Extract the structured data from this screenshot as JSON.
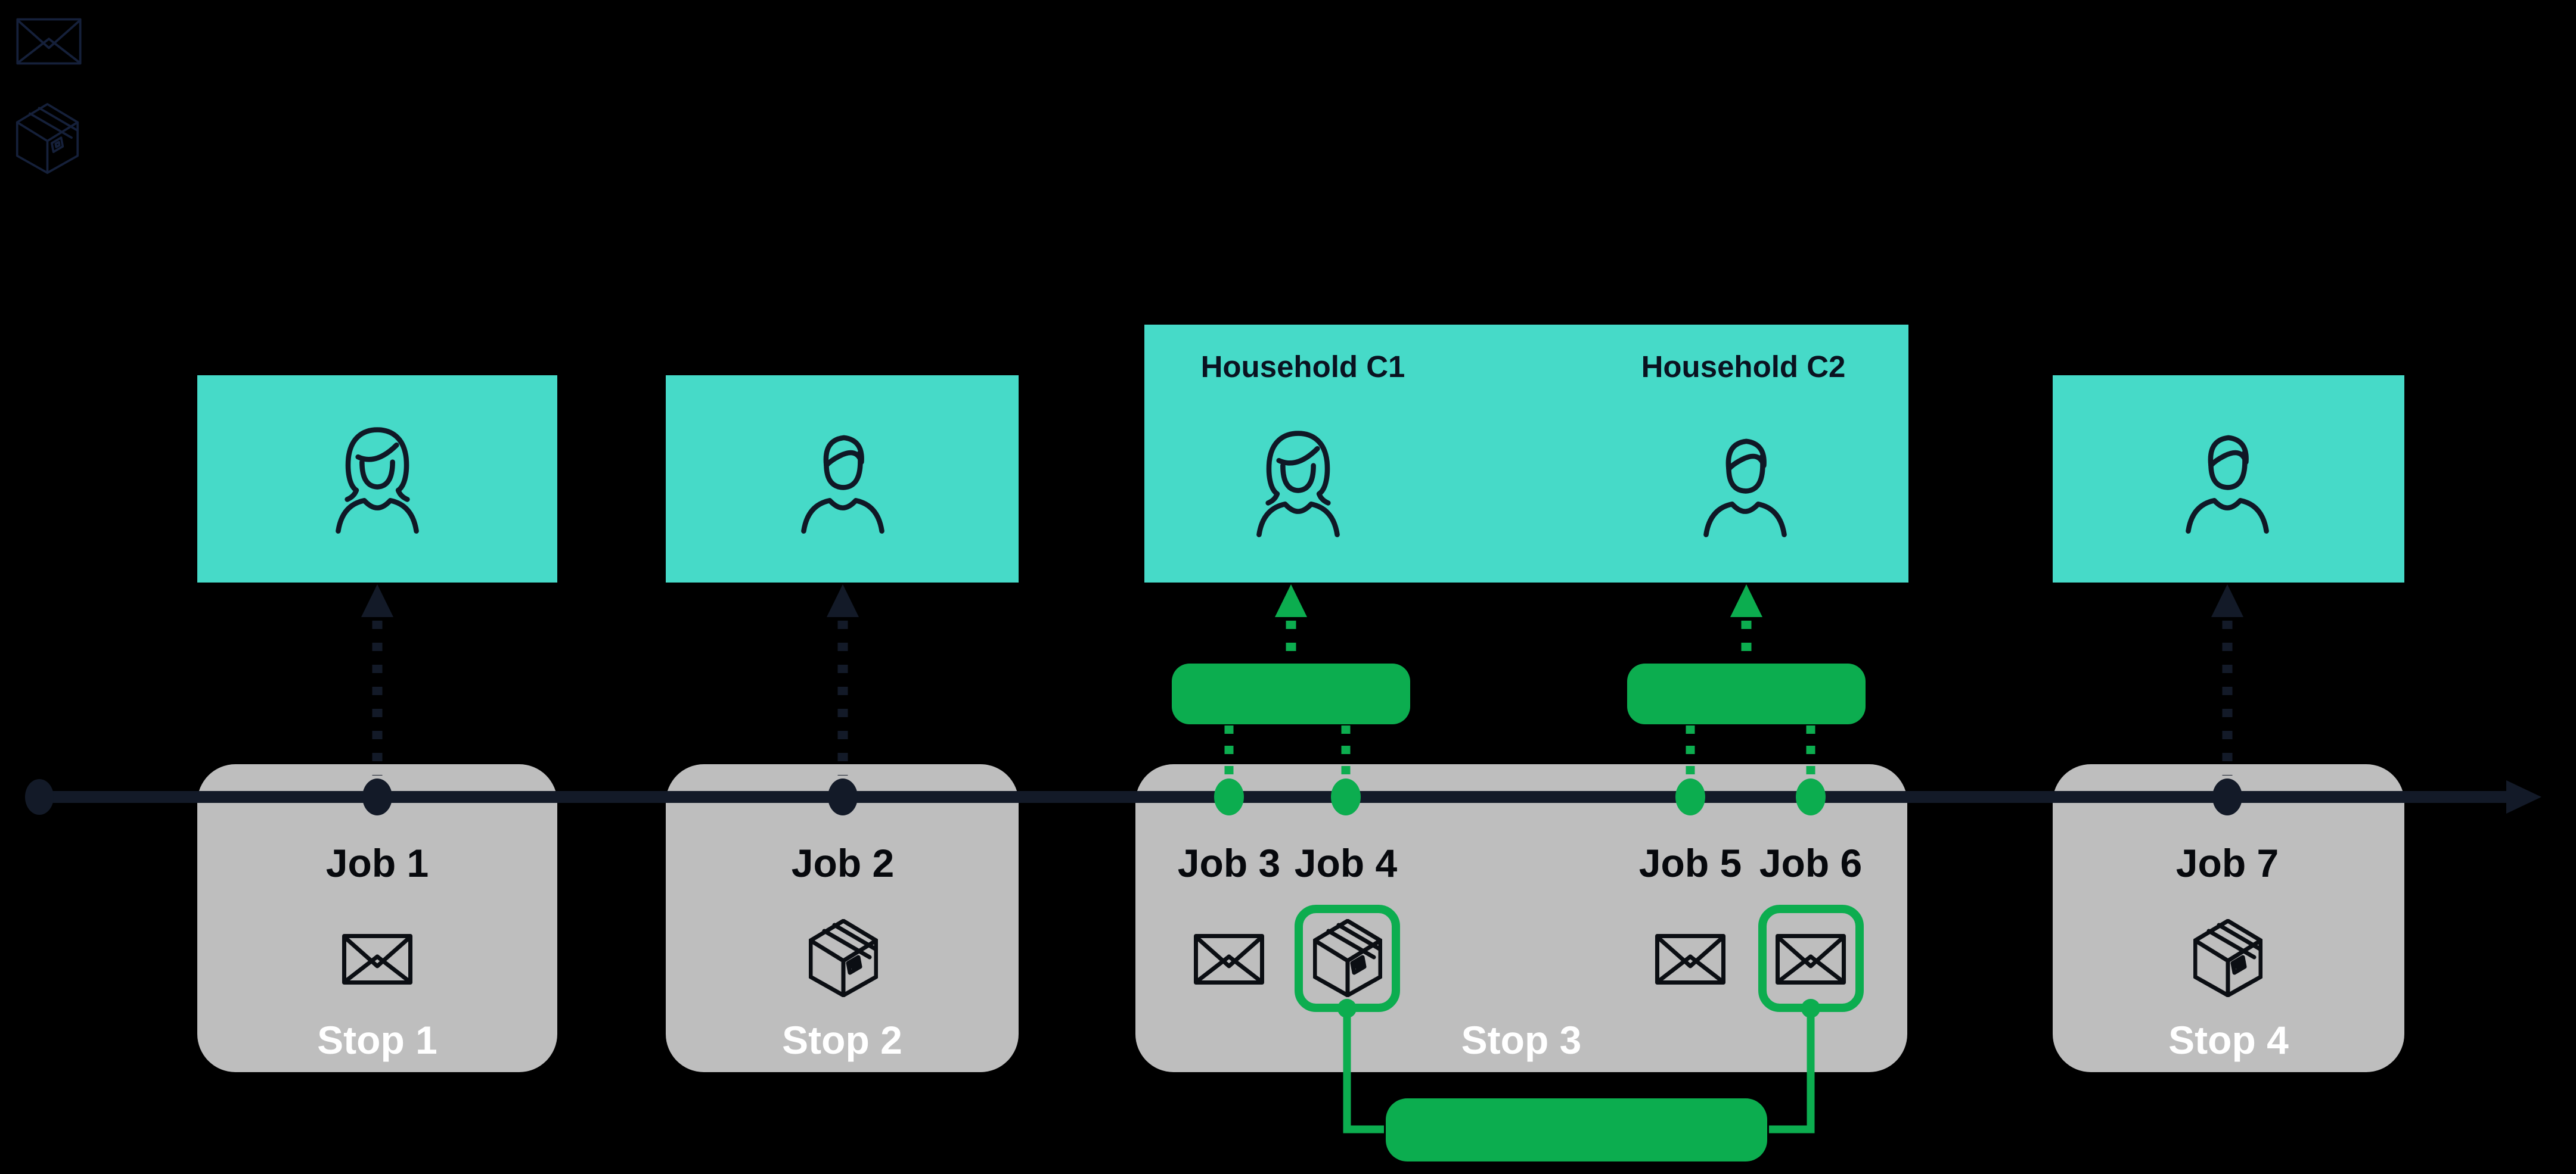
{
  "palette": {
    "background": "#000000",
    "teal": "#46DAC8",
    "gray": "#BEBEBE",
    "green": "#0CAD4F",
    "navy": "#131A28",
    "stop_text": "#FFFFFF",
    "job_text": "#07090D",
    "household_text": "#0A1220"
  },
  "legend": {
    "icons": [
      {
        "name": "letter-icon"
      },
      {
        "name": "parcel-icon"
      }
    ]
  },
  "stops": [
    {
      "stop_label": "Stop 1",
      "recipient": "female",
      "jobs": [
        {
          "label": "Job 1",
          "icon": "letter-icon"
        }
      ]
    },
    {
      "stop_label": "Stop 2",
      "recipient": "male",
      "jobs": [
        {
          "label": "Job 2",
          "icon": "parcel-icon"
        }
      ]
    },
    {
      "stop_label": "Stop 3",
      "households": [
        {
          "label": "Household C1",
          "recipient": "female"
        },
        {
          "label": "Household C2",
          "recipient": "male"
        }
      ],
      "jobs": [
        {
          "label": "Job 3",
          "icon": "letter-icon",
          "grouped": false
        },
        {
          "label": "Job 4",
          "icon": "parcel-icon",
          "grouped": true
        },
        {
          "label": "Job 5",
          "icon": "letter-icon",
          "grouped": false
        },
        {
          "label": "Job 6",
          "icon": "letter-icon",
          "grouped": true
        }
      ]
    },
    {
      "stop_label": "Stop 4",
      "recipient": "male",
      "jobs": [
        {
          "label": "Job 7",
          "icon": "parcel-icon"
        }
      ]
    }
  ]
}
